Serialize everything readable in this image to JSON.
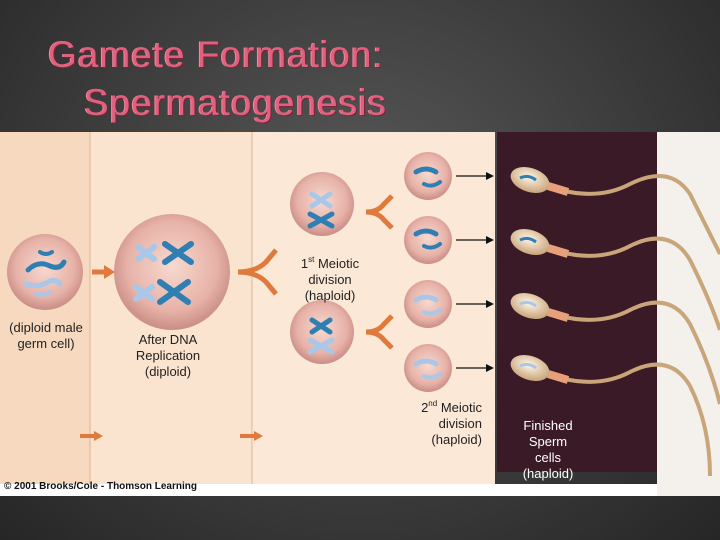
{
  "title_line1": "Gamete Formation:",
  "title_line2": "Spermatogenesis",
  "labels": {
    "germ_cell": "(diploid male germ cell)",
    "after_replication_1": "After DNA",
    "after_replication_2": "Replication",
    "after_replication_3": "(diploid)",
    "meiosis1_sup": "st",
    "meiosis1_line1": " Meiotic",
    "meiosis1_line2": "division",
    "meiosis1_line3": "(haploid)",
    "meiosis1_num": "1",
    "meiosis2_num": "2",
    "meiosis2_sup": "nd",
    "meiosis2_line1": " Meiotic",
    "meiosis2_line2": "division",
    "meiosis2_line3": "(haploid)",
    "finished_line1": "Finished",
    "finished_line2": "Sperm",
    "finished_line3": "cells",
    "finished_line4": "(haploid)"
  },
  "copyright": "© 2001 Brooks/Cole - Thomson Learning",
  "colors": {
    "title": "#e0607e",
    "panel_bg": "#fae4cf",
    "dark_panel": "#3a1a26",
    "cell_fill": "#e8b9b0",
    "chromosome_blue": "#2f7fb3",
    "chromosome_light": "#a9c7e8",
    "arrow_orange": "#e07a3c"
  }
}
